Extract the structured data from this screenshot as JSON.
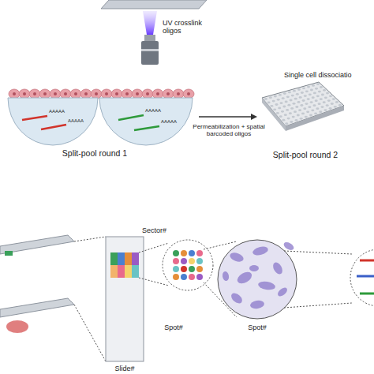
{
  "diagram": {
    "labels": [
      "UV crosslink oligos",
      "AAAAA",
      "AAAAA",
      "AAAAA",
      "AAAAA",
      "Split-pool round 1",
      "Permeabilization + spatial barcoded oligos",
      "Single cell dissociatio",
      "Split-pool round 2",
      "Sector#",
      "Spot#",
      "Spot#",
      "Slide#"
    ]
  }
}
